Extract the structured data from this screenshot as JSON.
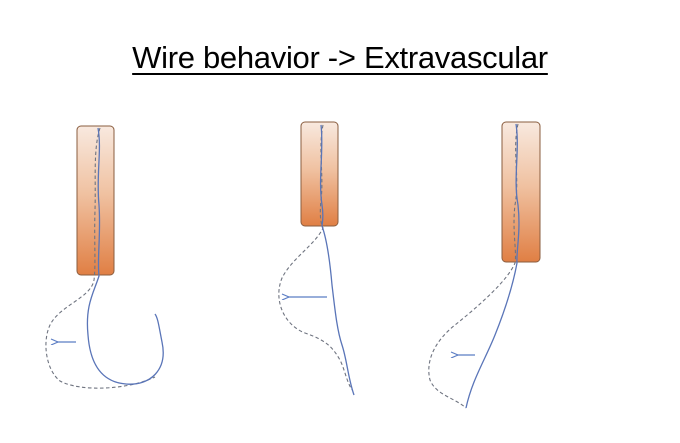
{
  "slide": {
    "title": "Wire behavior -> Extravascular"
  },
  "colors": {
    "tube_top": "#f8e9df",
    "tube_bottom": "#e07f44",
    "solid_wire": "#5a75b8",
    "dashed_wire": "#6f7480",
    "arrow": "#5b7dc4"
  },
  "panels": [
    {
      "name": "panel-1",
      "arrow_direction": "left"
    },
    {
      "name": "panel-2",
      "arrow_direction": "left"
    },
    {
      "name": "panel-3",
      "arrow_direction": "left"
    }
  ]
}
